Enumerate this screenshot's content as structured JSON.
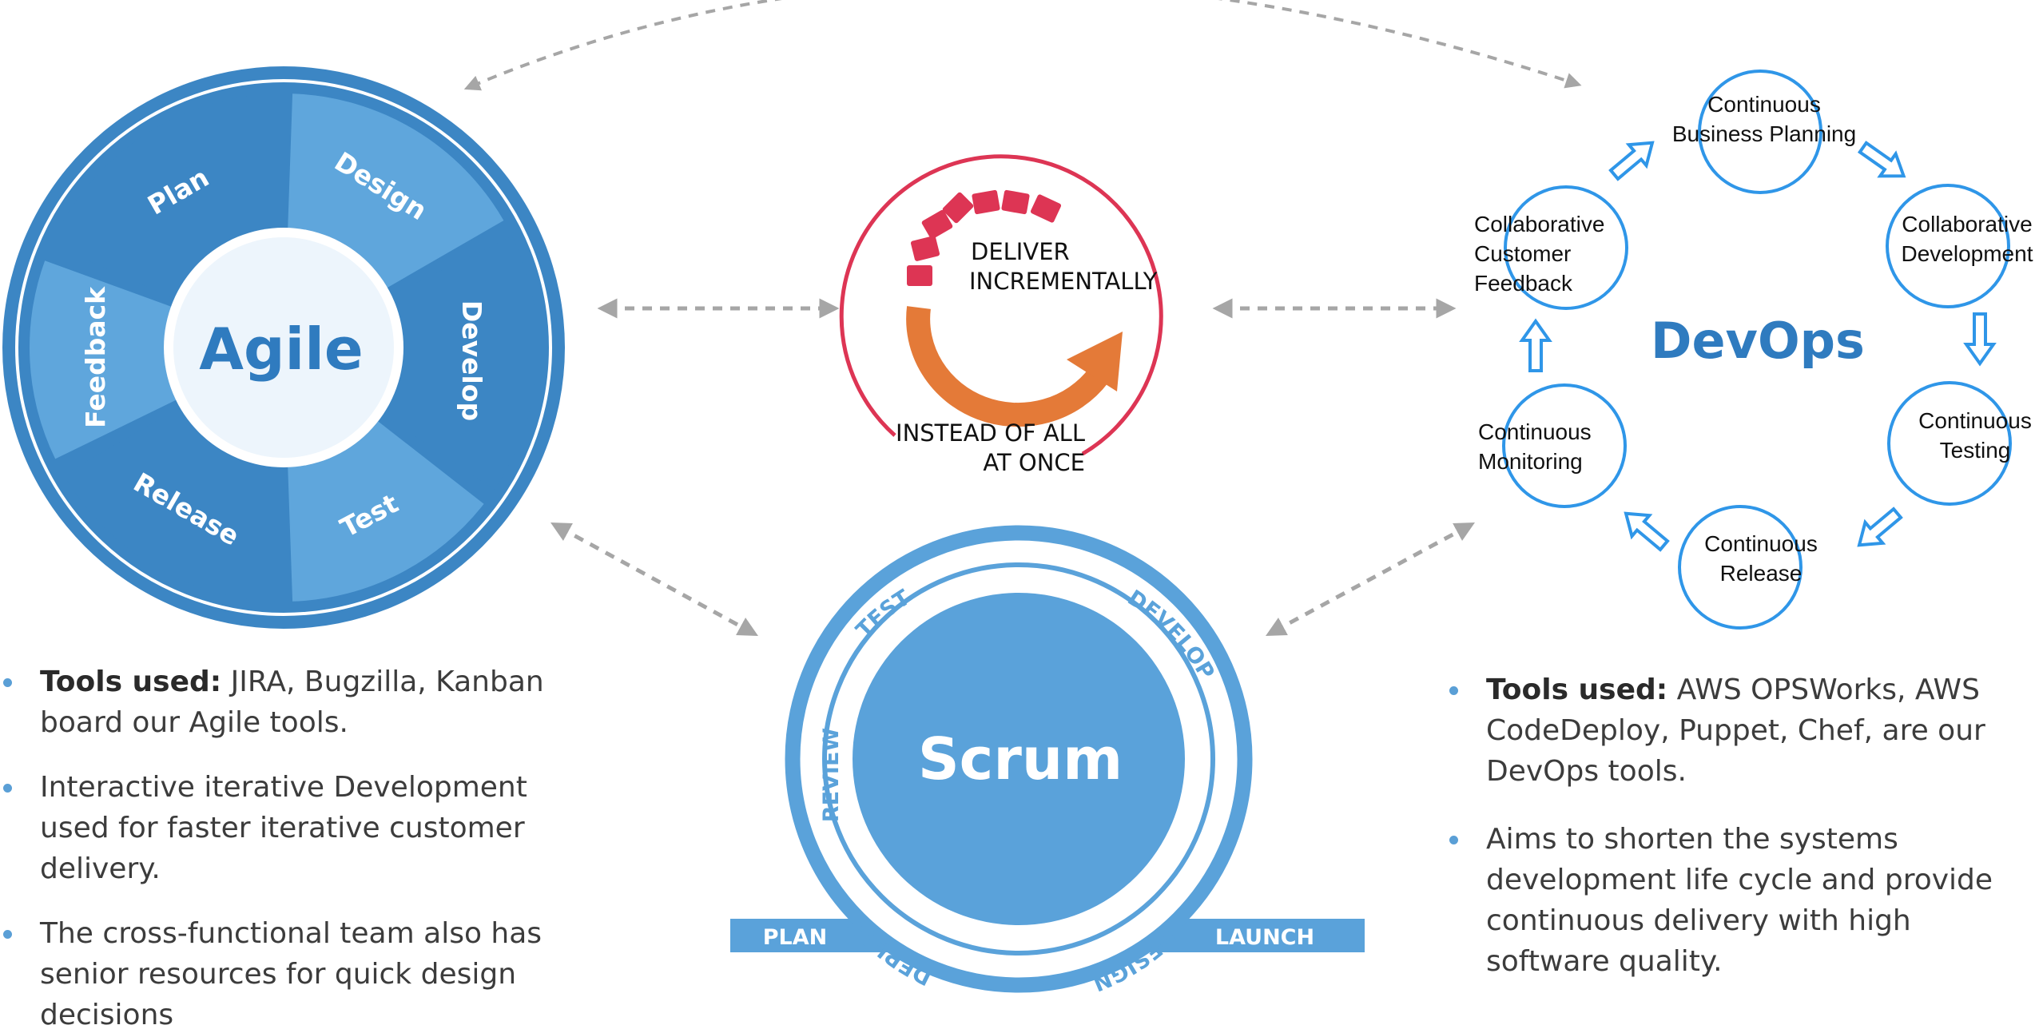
{
  "colors": {
    "agile_dark": "#3c86c4",
    "agile_light": "#5fa6dc",
    "agile_hub": "#edf5fc",
    "agile_text": "#2f7bbf",
    "scrum": "#5aa2da",
    "devops": "#2f96e8",
    "devops_text": "#2f7bbf",
    "deliver_red": "#dd3554",
    "deliver_orange": "#e47a38",
    "connector": "#a6a6a6"
  },
  "agile": {
    "title": "Agile",
    "segments": [
      "Plan",
      "Design",
      "Develop",
      "Test",
      "Release",
      "Feedback"
    ],
    "notes": [
      {
        "label": "Tools used:",
        "text": " JIRA, Bugzilla, Kanban board our Agile tools."
      },
      {
        "label": "",
        "text": "Interactive iterative Development used for faster iterative customer delivery."
      },
      {
        "label": "",
        "text": "The cross-functional team also has senior resources for quick design decisions"
      }
    ]
  },
  "deliver": {
    "line1": "DELIVER",
    "line2": "INCREMENTALLY",
    "line3": "INSTEAD OF ALL",
    "line4": "AT ONCE"
  },
  "scrum": {
    "title": "Scrum",
    "ring_labels": [
      "DEPLOY",
      "TEST",
      "DEVELOP",
      "DESIGN",
      "REVIEW"
    ],
    "plan_label": "PLAN",
    "launch_label": "LAUNCH"
  },
  "devops": {
    "title": "DevOps",
    "stages": [
      {
        "line1": "Continuous",
        "line2": "Business Planning"
      },
      {
        "line1": "Collaborative",
        "line2": "Development"
      },
      {
        "line1": "Continuous",
        "line2": "Testing"
      },
      {
        "line1": "Continuous",
        "line2": "Release"
      },
      {
        "line1": "Continuous",
        "line2": "Monitoring"
      },
      {
        "line1": "Collaborative",
        "line2": "Customer",
        "line3": "Feedback"
      }
    ],
    "notes": [
      {
        "label": "Tools used:",
        "text": " AWS OPSWorks, AWS CodeDeploy, Puppet, Chef, are our DevOps tools."
      },
      {
        "label": "",
        "text": "Aims to shorten the systems development life cycle and provide continuous delivery with high software quality."
      }
    ]
  }
}
